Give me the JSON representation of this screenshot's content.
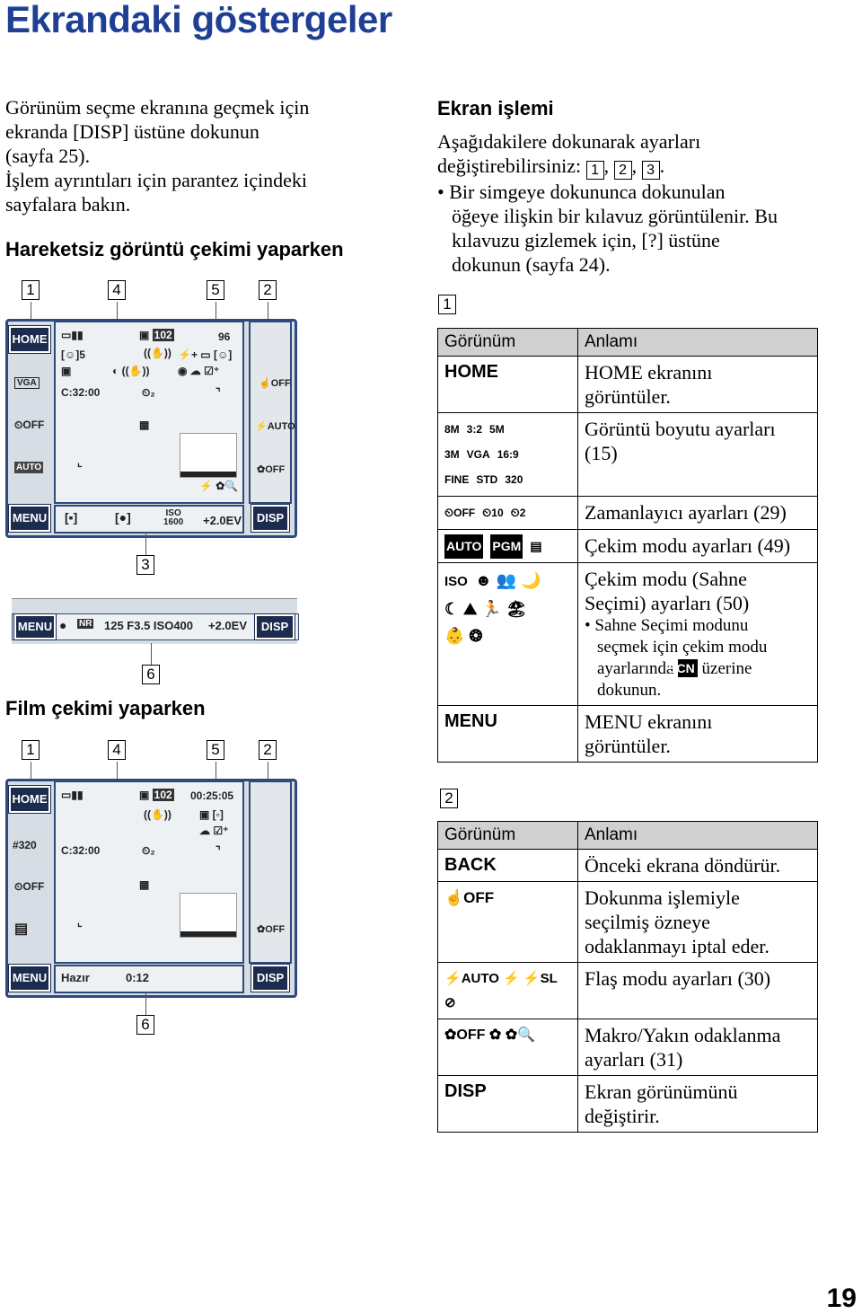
{
  "title": "Ekrandaki göstergeler",
  "intro": {
    "line1": "Görünüm seçme ekranına geçmek için",
    "line2": "ekranda [DISP] üstüne dokunun",
    "line3": "(sayfa 25).",
    "line4": "İşlem ayrıntıları için parantez içindeki",
    "line5": "sayfalara bakın."
  },
  "still": {
    "heading": "Hareketsiz görüntü çekimi yaparken",
    "labels": [
      "1",
      "4",
      "5",
      "2",
      "3",
      "6"
    ],
    "screen": {
      "home": "HOME",
      "menu": "MENU",
      "disp": "DISP",
      "count": "96",
      "clock": "C:32:00",
      "folder": "102",
      "iso": "ISO",
      "iso_value": "1600",
      "ev": "+2.0EV",
      "strip_values": "125 F3.5 ISO400",
      "strip_ev": "+2.0EV",
      "strip_menu": "MENU",
      "strip_disp": "DISP",
      "nr": "NR",
      "vga": "VGA",
      "off": "OFF",
      "auto": "AUTO",
      "flash_auto": "AUTO",
      "macro_off": "OFF",
      "fine": "5"
    }
  },
  "movie": {
    "heading": "Film çekimi yaparken",
    "labels": [
      "1",
      "4",
      "5",
      "2",
      "6"
    ],
    "screen": {
      "home": "HOME",
      "menu": "MENU",
      "disp": "DISP",
      "time": "00:25:05",
      "clock": "C:32:00",
      "folder": "102",
      "size": "320",
      "ready": "Hazır",
      "elapsed": "0:12",
      "off": "OFF",
      "macro_off": "OFF"
    }
  },
  "ops": {
    "heading": "Ekran işlemi",
    "line1": "Aşağıdakilere dokunarak ayarları",
    "line2_pre": "değiştirebilirsiniz: ",
    "boxes": [
      "1",
      "2",
      "3"
    ],
    "bullet1": "Bir simgeye dokununca dokunulan",
    "bullet2": "öğeye ilişkin bir kılavuz görüntülenir. Bu",
    "bullet3": "kılavuzu gizlemek için, [?] üstüne",
    "bullet4": "dokunun (sayfa 24)."
  },
  "table1": {
    "label": "1",
    "col1": "Görünüm",
    "col2": "Anlamı",
    "rows": [
      {
        "icons": [
          "HOME"
        ],
        "text1": "HOME ekranını",
        "text2": "görüntüler."
      },
      {
        "icons": [
          "8M",
          "3:2",
          "5M",
          "3M",
          "VGA",
          "16:9",
          "FINE",
          "STD",
          "320"
        ],
        "text1": "Görüntü boyutu ayarları",
        "text2": "(15)"
      },
      {
        "icons": [
          "OFF",
          "10",
          "2"
        ],
        "text1": "Zamanlayıcı ayarları (29)"
      },
      {
        "icons": [
          "AUTO",
          "PGM"
        ],
        "text1": "Çekim modu ayarları (49)"
      },
      {
        "icons": [
          "ISO"
        ],
        "text1": "Çekim modu (Sahne",
        "text2": "Seçimi) ayarları (50)",
        "note1": "Sahne Seçimi modunu",
        "note2": "seçmek için çekim modu",
        "note3_pre": "ayarlarında",
        "scn": "SCN",
        "note3_post": "üzerine",
        "note4": "dokunun."
      },
      {
        "icons": [
          "MENU"
        ],
        "text1": "MENU ekranını",
        "text2": "görüntüler."
      }
    ]
  },
  "table2": {
    "label": "2",
    "col1": "Görünüm",
    "col2": "Anlamı",
    "rows": [
      {
        "icons": [
          "BACK"
        ],
        "text1": "Önceki ekrana döndürür."
      },
      {
        "icons": [
          "OFF"
        ],
        "text1": "Dokunma işlemiyle",
        "text2": "seçilmiş özneye",
        "text3": "odaklanmayı iptal eder."
      },
      {
        "icons": [
          "AUTO",
          "SL"
        ],
        "text1": "Flaş modu ayarları (30)"
      },
      {
        "icons": [
          "OFF"
        ],
        "text1": "Makro/Yakın odaklanma",
        "text2": "ayarları (31)"
      },
      {
        "icons": [
          "DISP"
        ],
        "text1": "Ekran görünümünü",
        "text2": "değiştirir."
      }
    ]
  },
  "page_number": "19"
}
